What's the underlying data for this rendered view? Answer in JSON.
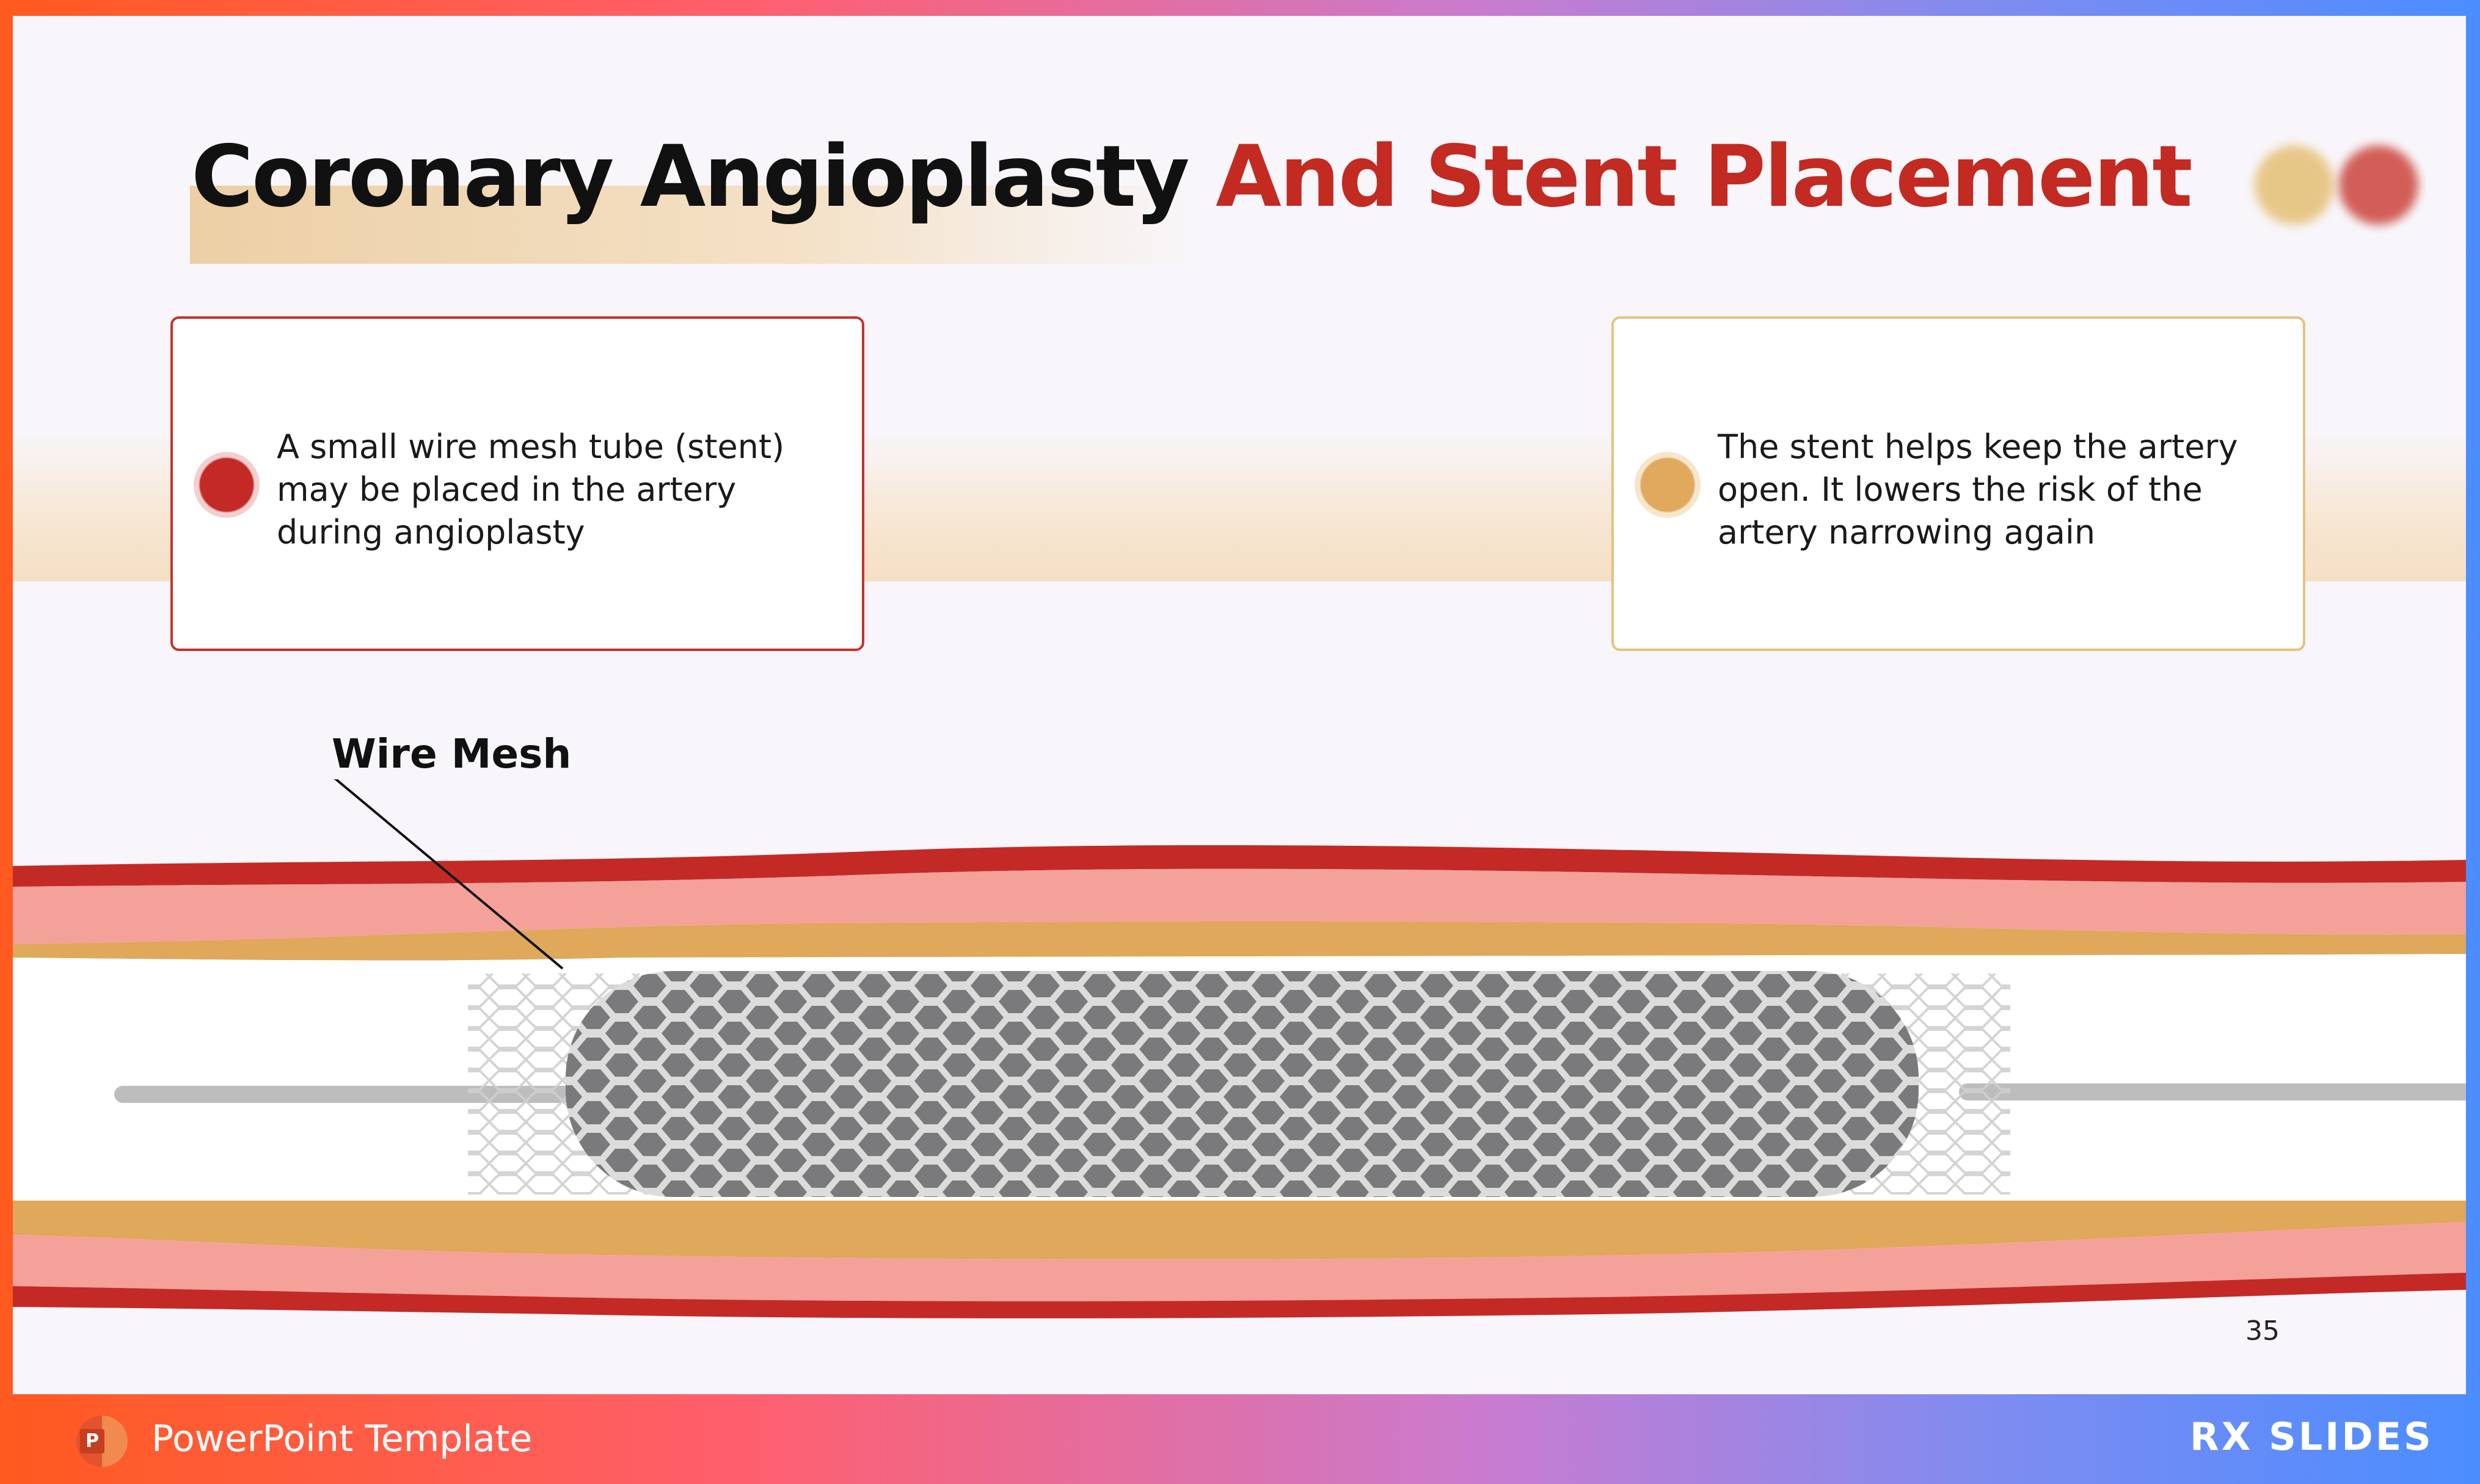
{
  "slide": {
    "title_main": "Coronary Angioplasty",
    "title_accent": "And Stent Placement",
    "page_number": "35"
  },
  "cards": [
    {
      "text": "A small wire mesh tube (stent) may be placed in the artery during angioplasty",
      "accent": "#c42a25"
    },
    {
      "text": "The stent helps keep the artery open. It lowers the risk of the artery narrowing again",
      "accent": "#e0a95c"
    }
  ],
  "diagram": {
    "label": "Wire Mesh"
  },
  "footer": {
    "app_icon_letter": "P",
    "template_label": "PowerPoint Template",
    "brand": "RX SLIDES"
  },
  "colors": {
    "accent_red": "#c22a22",
    "accent_gold": "#e6c27c",
    "artery_wall": "#f4a19a",
    "plaque": "#dfa85a",
    "stent": "#7a7a7c"
  }
}
